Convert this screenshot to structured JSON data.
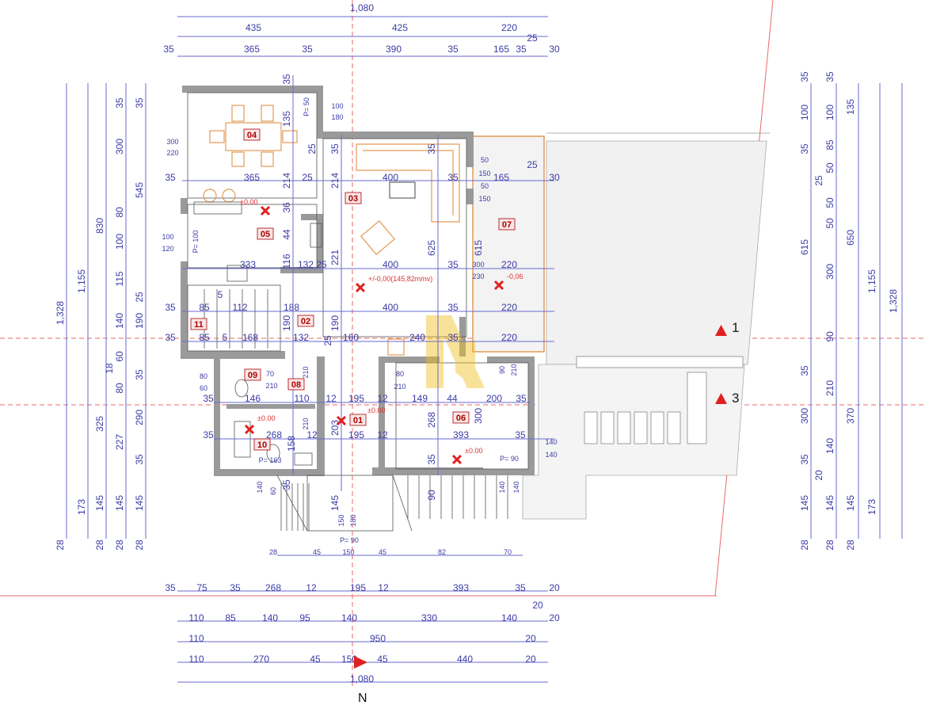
{
  "title": "Ground floor plan",
  "colors": {
    "dimension": "#3b3ba6",
    "room_label": "#b00000",
    "elevation": "#e03030",
    "furniture": "#e39a55",
    "wall": "#9a9a9a",
    "reference_line": "#e86a6a"
  },
  "dimensions": {
    "top": [
      [
        "1,080"
      ],
      [
        "435",
        "425",
        "220",
        "25"
      ],
      [
        "35",
        "365",
        "35",
        "390",
        "35",
        "165",
        "35",
        "30"
      ]
    ],
    "bottom": [
      [
        "35",
        "75",
        "35",
        "268",
        "12",
        "195",
        "12",
        "393",
        "35",
        "20"
      ],
      [
        "110",
        "85",
        "140",
        "95",
        "140",
        "330",
        "140",
        "20",
        "20"
      ],
      [
        "110",
        "950",
        "20"
      ],
      [
        "110",
        "270",
        "45",
        "150",
        "45",
        "440",
        "20"
      ],
      [
        "1,080"
      ]
    ],
    "left": [
      [
        "1,328",
        "28"
      ],
      [
        "1,155",
        "173",
        "28"
      ],
      [
        "830",
        "18",
        "325",
        "145",
        "28"
      ],
      [
        "35",
        "300",
        "80",
        "100",
        "115",
        "140",
        "60",
        "80",
        "227",
        "145"
      ],
      [
        "35",
        "545",
        "25",
        "190",
        "35",
        "290",
        "35",
        "145",
        "28"
      ]
    ],
    "right": [
      [
        "35",
        "100",
        "35",
        "615",
        "35",
        "300",
        "35",
        "145",
        "28"
      ],
      [
        "35",
        "100",
        "85",
        "50",
        "25",
        "50",
        "50",
        "300",
        "90",
        "210",
        "140",
        "20",
        "145",
        "28"
      ],
      [
        "135",
        "650",
        "370",
        "145",
        "28"
      ],
      [
        "1,155",
        "173"
      ],
      [
        "1,328"
      ]
    ]
  },
  "interior_dimensions": [
    "35",
    "135",
    "P= 50",
    "100",
    "180",
    "300",
    "220",
    "365",
    "25",
    "214",
    "214",
    "400",
    "35",
    "165",
    "30",
    "25",
    "50",
    "150",
    "50",
    "150",
    "25",
    "35",
    "35",
    "35",
    "333",
    "132",
    "25",
    "400",
    "35",
    "300",
    "230",
    "220",
    "116",
    "221",
    "625",
    "615",
    "44",
    "36",
    "35",
    "85",
    "112",
    "188",
    "400",
    "35",
    "220",
    "5",
    "35",
    "85",
    "5",
    "168",
    "132",
    "160",
    "240",
    "35",
    "220",
    "190",
    "190",
    "35",
    "146",
    "110",
    "12",
    "195",
    "12",
    "149",
    "44",
    "200",
    "35",
    "35",
    "268",
    "12",
    "195",
    "12",
    "393",
    "35",
    "140",
    "140",
    "P= 163",
    "P= 90",
    "P= 90",
    "140",
    "60",
    "35",
    "145",
    "150",
    "180",
    "90",
    "35",
    "268",
    "300",
    "140",
    "140",
    "28",
    "45",
    "150",
    "45",
    "82",
    "70",
    "80",
    "60",
    "70",
    "210",
    "80",
    "210",
    "100",
    "120",
    "P= 100",
    "25",
    "158",
    "203",
    "210",
    "210",
    "90",
    "210"
  ],
  "rooms": [
    "04",
    "05",
    "03",
    "07",
    "02",
    "11",
    "09",
    "08",
    "10",
    "01",
    "06"
  ],
  "elevations": [
    "±0.00",
    "+/-0,00(145,82m/nv)",
    "-0,06",
    "±0.00",
    "±0.00",
    "±0.00"
  ],
  "section_markers": [
    "1",
    "3"
  ],
  "north_label": "N"
}
